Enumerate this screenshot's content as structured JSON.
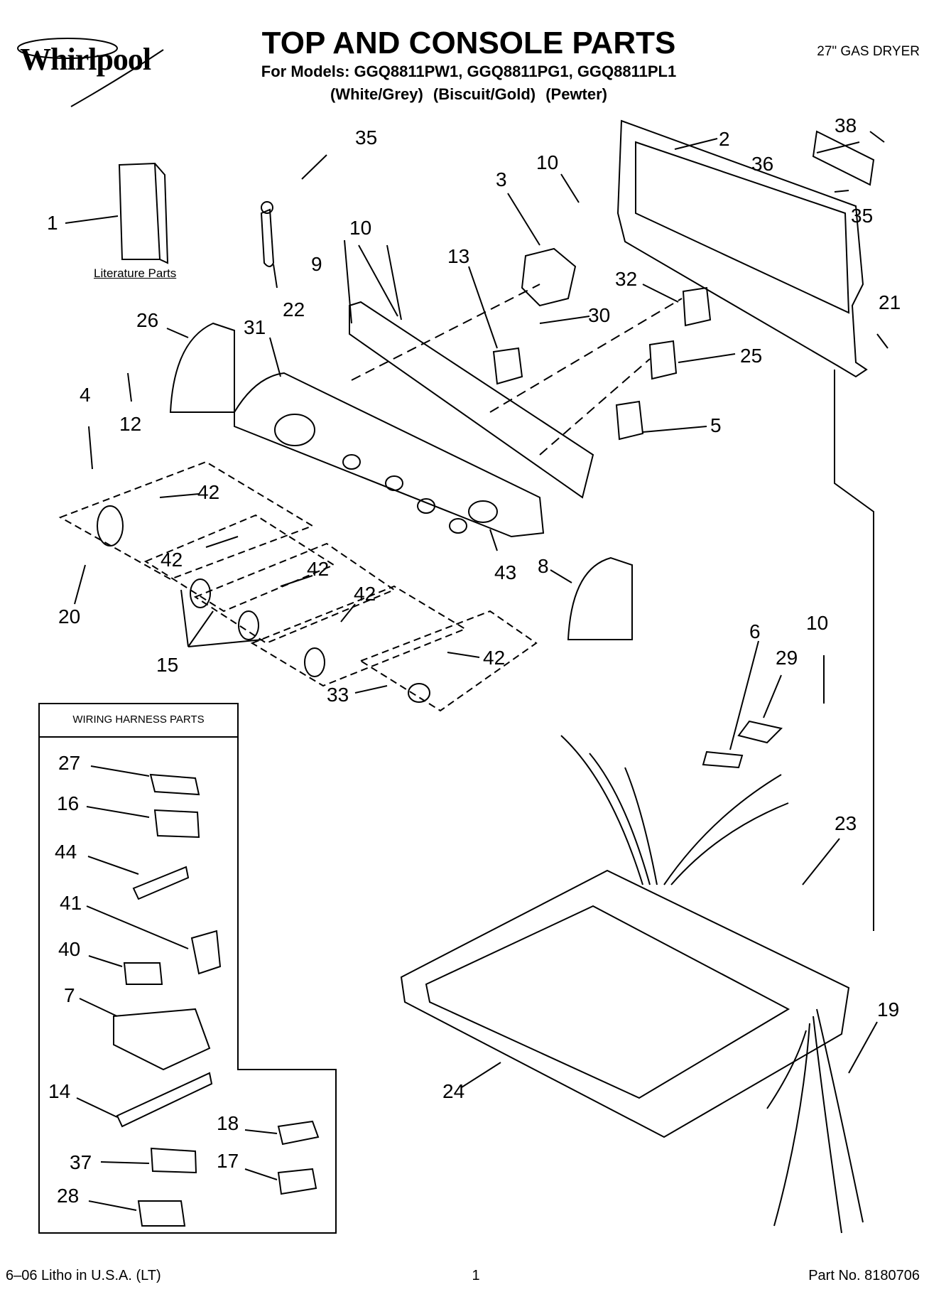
{
  "brand": "Whirlpool",
  "title": "TOP AND CONSOLE PARTS",
  "models_line": "For Models: GGQ8811PW1, GGQ8811PG1, GGQ8811PL1",
  "finishes_line": "(White/Grey)   (Biscuit/Gold)     (Pewter)",
  "product_type": "27\" GAS DRYER",
  "literature_label": "Literature Parts",
  "harness_title": "WIRING HARNESS PARTS",
  "footer": {
    "left": "6–06 Litho in U.S.A. (LT)",
    "center": "1",
    "right": "Part No. 8180706"
  },
  "callouts": {
    "c1": "1",
    "c2": "2",
    "c3": "3",
    "c4": "4",
    "c5": "5",
    "c6": "6",
    "c7": "7",
    "c8": "8",
    "c9": "9",
    "c10a": "10",
    "c10b": "10",
    "c10c": "10",
    "c12": "12",
    "c13": "13",
    "c14": "14",
    "c15": "15",
    "c16": "16",
    "c17": "17",
    "c18": "18",
    "c19": "19",
    "c20": "20",
    "c21": "21",
    "c22": "22",
    "c23": "23",
    "c24": "24",
    "c25": "25",
    "c26": "26",
    "c27": "27",
    "c28": "28",
    "c29": "29",
    "c30": "30",
    "c31": "31",
    "c32": "32",
    "c33": "33",
    "c35a": "35",
    "c35b": "35",
    "c36": "36",
    "c37": "37",
    "c38": "38",
    "c40": "40",
    "c41": "41",
    "c42a": "42",
    "c42b": "42",
    "c42c": "42",
    "c42d": "42",
    "c42e": "42",
    "c43": "43",
    "c44": "44"
  }
}
